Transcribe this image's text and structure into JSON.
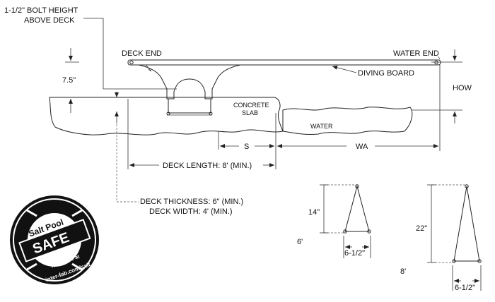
{
  "labels": {
    "bolt_height_line1": "1-1/2\" BOLT HEIGHT",
    "bolt_height_line2": "ABOVE DECK",
    "deck_end": "DECK END",
    "water_end": "WATER END",
    "diving_board": "DIVING BOARD",
    "stand_height": "7.5\"",
    "how": "HOW",
    "concrete_line1": "CONCRETE",
    "concrete_line2": "SLAB",
    "water": "WATER",
    "s": "S",
    "wa": "WA",
    "deck_length": "DECK LENGTH: 8' (MIN.)",
    "deck_thickness": "DECK THICKNESS: 6\" (MIN.)",
    "deck_width": "DECK WIDTH: 4' (MIN.)"
  },
  "stands": [
    {
      "board": "6'",
      "height": "14\"",
      "width": "6-1/2\""
    },
    {
      "board": "8'",
      "height": "22\"",
      "width": "6-1/2\""
    }
  ],
  "logo": {
    "line1": "Salt Pool",
    "line2": "SAFE",
    "line3": "read more at",
    "line4": "inter-fab.com/salt"
  },
  "colors": {
    "line": "#222222",
    "logo": "#111111"
  }
}
